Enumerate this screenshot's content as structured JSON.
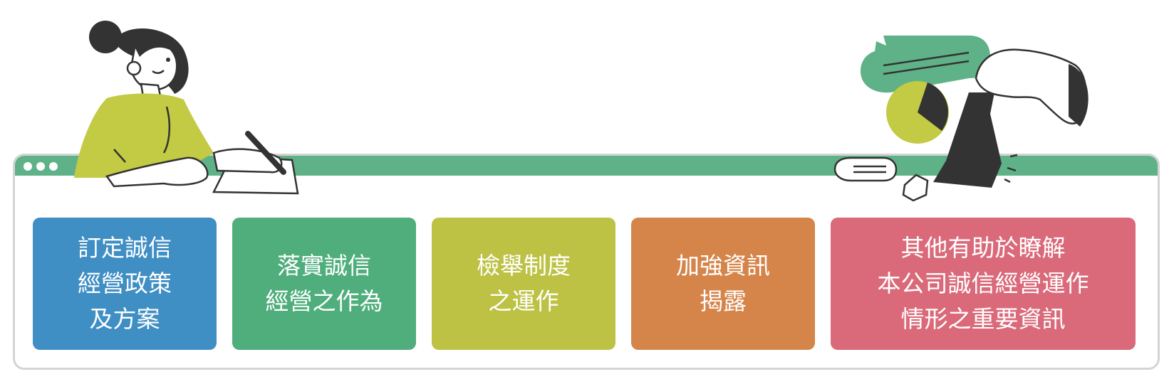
{
  "colors": {
    "titlebar": "#5fb287",
    "frame_border": "#d4d4d4",
    "card_blue": "#3f8ec4",
    "card_green": "#4fae7c",
    "card_olive": "#bdc244",
    "card_orange": "#d5854a",
    "card_pink": "#da6a7a",
    "illustration_dark": "#333333",
    "illustration_olive": "#c3ca43",
    "illustration_green": "#5fb287"
  },
  "window": {
    "dots": [
      "dot",
      "dot",
      "dot"
    ]
  },
  "cards": [
    {
      "lines": [
        "訂定誠信",
        "經營政策",
        "及方案"
      ]
    },
    {
      "lines": [
        "落實誠信",
        "經營之作為"
      ]
    },
    {
      "lines": [
        "檢舉制度",
        "之運作"
      ]
    },
    {
      "lines": [
        "加強資訊",
        "揭露"
      ]
    },
    {
      "lines": [
        "其他有助於瞭解",
        "本公司誠信經營運作",
        "情形之重要資訊"
      ]
    }
  ],
  "illustrations": {
    "left": "woman-writing-illustration",
    "right": "hand-moving-chess-piece-illustration"
  }
}
